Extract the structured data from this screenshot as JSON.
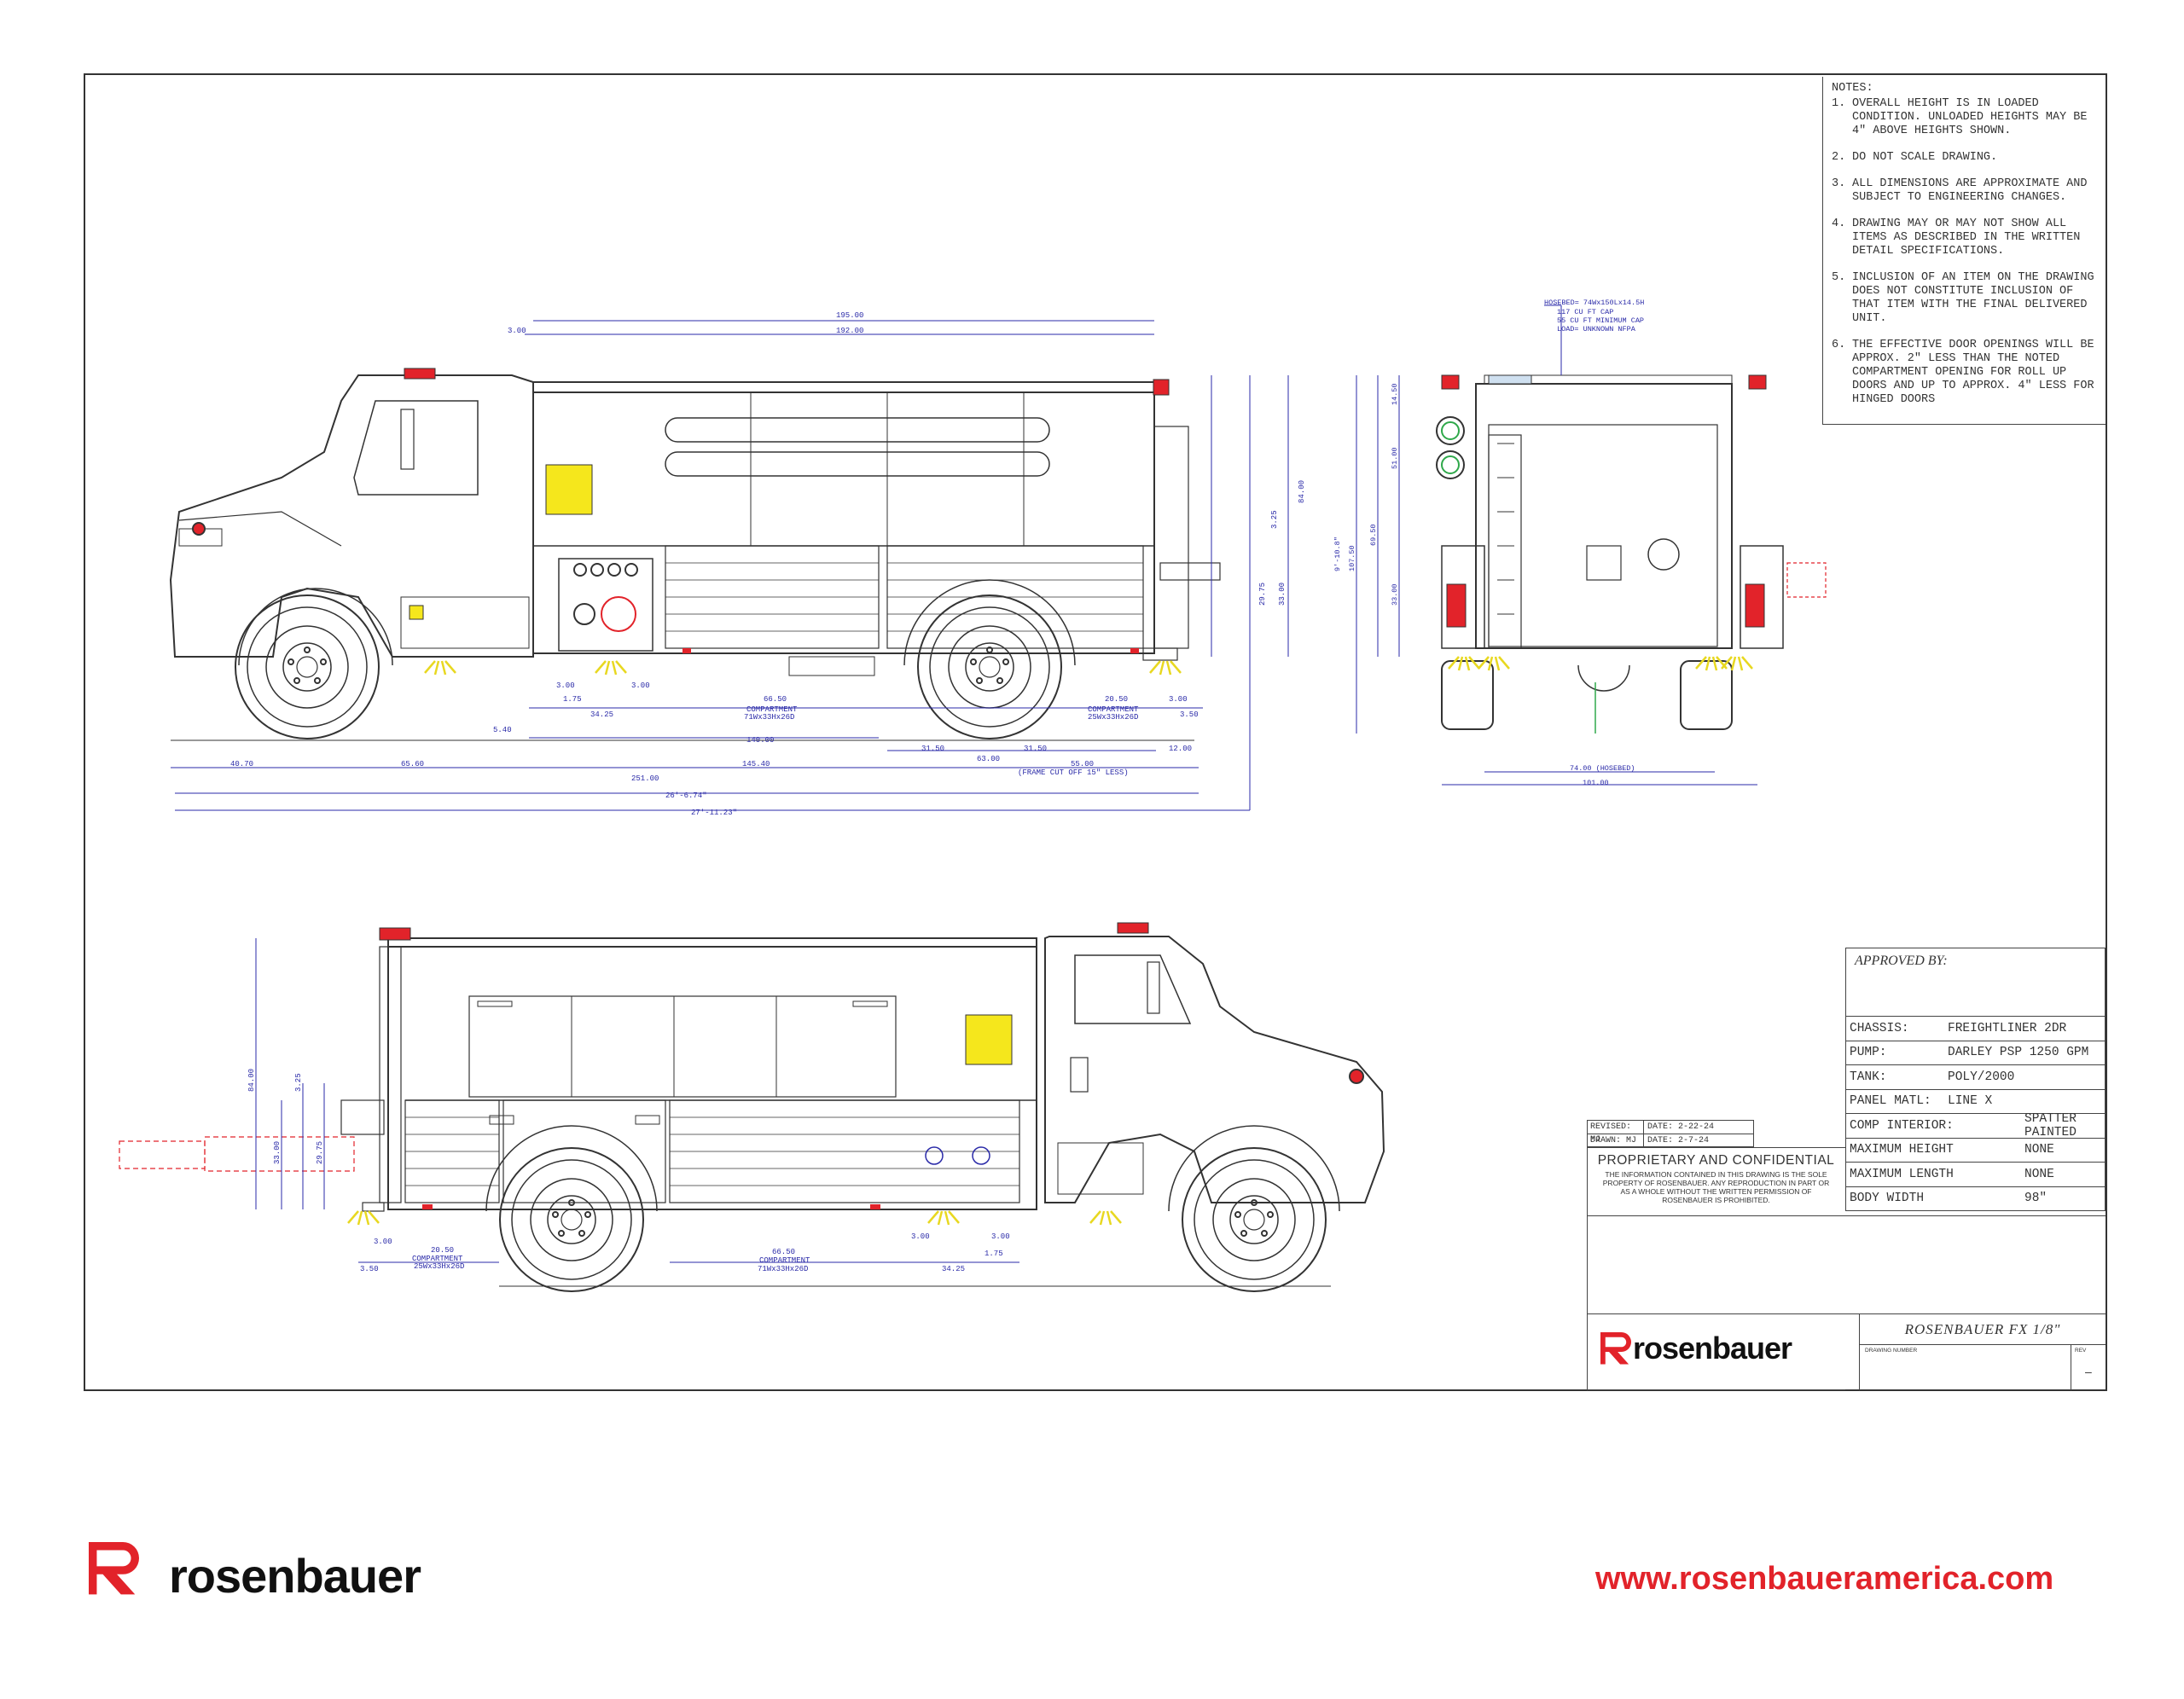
{
  "notes": {
    "heading": "NOTES:",
    "items": [
      {
        "num": "1.",
        "text": "OVERALL HEIGHT IS IN LOADED CONDITION. UNLOADED HEIGHTS MAY BE 4\" ABOVE HEIGHTS SHOWN."
      },
      {
        "num": "2.",
        "text": "DO NOT SCALE DRAWING."
      },
      {
        "num": "3.",
        "text": "ALL DIMENSIONS ARE APPROXIMATE AND SUBJECT TO ENGINEERING CHANGES."
      },
      {
        "num": "4.",
        "text": "DRAWING MAY OR MAY NOT SHOW ALL ITEMS AS DESCRIBED IN THE WRITTEN DETAIL SPECIFICATIONS."
      },
      {
        "num": "5.",
        "text": "INCLUSION OF AN ITEM ON THE DRAWING DOES NOT CONSTITUTE INCLUSION OF THAT ITEM WITH THE FINAL DELIVERED UNIT."
      },
      {
        "num": "6.",
        "text": "THE EFFECTIVE DOOR OPENINGS WILL BE APPROX. 2\" LESS THAN THE NOTED COMPARTMENT OPENING FOR ROLL UP DOORS AND UP TO APPROX. 4\" LESS FOR HINGED DOORS"
      }
    ]
  },
  "title_block": {
    "approved_by": "APPROVED BY:",
    "specs": [
      {
        "label": "CHASSIS:",
        "value": "FREIGHTLINER 2DR"
      },
      {
        "label": "PUMP:",
        "value": "DARLEY PSP 1250 GPM"
      },
      {
        "label": "TANK:",
        "value": "POLY/2000"
      },
      {
        "label": "PANEL MATL:",
        "value": "LINE X"
      },
      {
        "label": "COMP INTERIOR:",
        "value": "SPATTER PAINTED"
      },
      {
        "label": "MAXIMUM HEIGHT",
        "value": "NONE"
      },
      {
        "label": "MAXIMUM LENGTH",
        "value": "NONE"
      },
      {
        "label": "BODY WIDTH",
        "value": "98\""
      }
    ],
    "revised_label": "REVISED: MJ",
    "revised_date": "DATE: 2-22-24",
    "drawn_label": "DRAWN: MJ",
    "drawn_date": "DATE: 2-7-24",
    "proprietary_title": "PROPRIETARY AND CONFIDENTIAL",
    "proprietary_body": "THE INFORMATION CONTAINED IN THIS DRAWING IS THE SOLE PROPERTY OF ROSENBAUER. ANY REPRODUCTION IN PART OR AS A WHOLE WITHOUT THE WRITTEN PERMISSION OF ROSENBAUER IS PROHIBITED.",
    "drawing_title": "ROSENBAUER FX 1/8\"",
    "drawing_number_label": "DRAWING NUMBER",
    "rev_label": "REV",
    "rev_value": "–"
  },
  "dimensions": {
    "side_view_top": {
      "overall": "195.00",
      "inner": "192.00",
      "front": "3.00"
    },
    "side_view_bottom": {
      "a": "3.00",
      "b": "1.75",
      "c": "34.25",
      "d": "3.00",
      "e": "66.50",
      "compartment_label": "COMPARTMENT",
      "compartment_size": "71Wx33Hx26D",
      "f": "20.50",
      "compartment2_size": "25Wx33Hx26D",
      "g": "3.00",
      "h": "3.50",
      "i": "5.40",
      "j": "140.00",
      "k": "31.50",
      "l": "31.50",
      "m": "63.00",
      "n": "12.00",
      "o": "55.00",
      "frame_note": "(FRAME CUT OFF 15\" LESS)",
      "p": "40.70",
      "q": "65.60",
      "r": "145.40",
      "s": "251.00",
      "t": "26'-6.74\"",
      "u": "27'-11.23\""
    },
    "side_view_right": {
      "a": "3.25",
      "b": "29.75",
      "c": "33.00",
      "d": "84.00"
    },
    "rear_view": {
      "hosebed_note_1": "HOSEBED= 74Wx150Lx14.5H",
      "hosebed_note_2": "117 CU FT CAP",
      "hosebed_note_3": "55 CU FT MINIMUM CAP",
      "hosebed_note_4": "LOAD= UNKNOWN NFPA",
      "h1": "14.50",
      "h2": "51.00",
      "h3": "69.50",
      "h4": "33.00",
      "h5": "107.50",
      "h6": "9'-10.8\"",
      "w1": "74.00 (HOSEBED)",
      "w2": "101.00"
    },
    "officer_side": {
      "a": "3.25",
      "b": "33.00",
      "c": "29.75",
      "d": "84.00",
      "e": "3.00",
      "f": "20.50",
      "compartment_label": "COMPARTMENT",
      "compartment_size": "25Wx33Hx26D",
      "g": "3.50",
      "h": "66.50",
      "compartment2_size": "71Wx33Hx26D",
      "i": "3.00",
      "j": "3.00",
      "k": "1.75",
      "l": "34.25"
    }
  },
  "colors": {
    "red": "#e2232a",
    "blue": "#2a2aa8",
    "line": "#333333",
    "yellow": "#f5e71c",
    "green": "#2fa84a"
  },
  "brand": {
    "name": "rosenbauer",
    "website": "www.rosenbaueramerica.com"
  }
}
